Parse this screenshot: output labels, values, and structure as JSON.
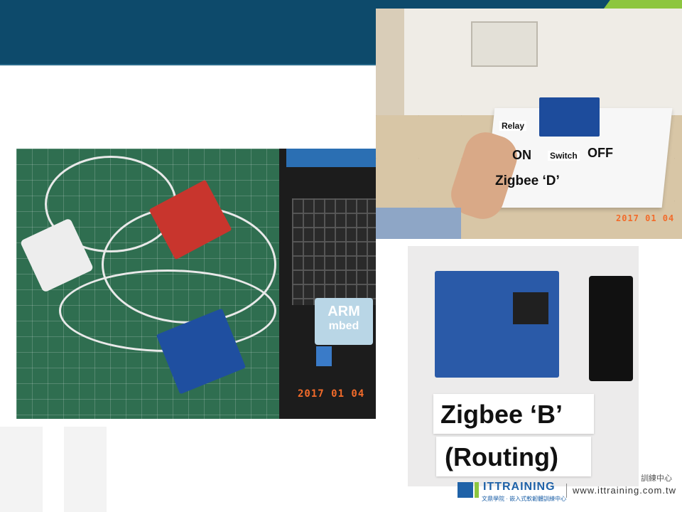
{
  "slide": {
    "colors": {
      "header": "#0d4a6b",
      "accent": "#8dc63f",
      "stamp": "#f26b2a"
    }
  },
  "photos": {
    "workbench": {
      "sticker_line1": "ARM",
      "sticker_line2": "mbed",
      "date_stamp": "2017 01 04"
    },
    "relay": {
      "label_relay": "Relay",
      "label_on": "ON",
      "label_switch": "Switch",
      "label_off": "OFF",
      "label_title": "Zigbee ‘D’",
      "date_stamp": "2017 01 04"
    },
    "routing": {
      "sign_line1": "Zigbee ‘B’",
      "sign_line2": "(Routing)"
    }
  },
  "footer": {
    "logo_text": "ITTRAINING",
    "tagline": "文鼎學院 · 嵌入式軟韌體訓練中心",
    "url": "www.ittraining.com.tw",
    "side_text": "訓練中心"
  }
}
